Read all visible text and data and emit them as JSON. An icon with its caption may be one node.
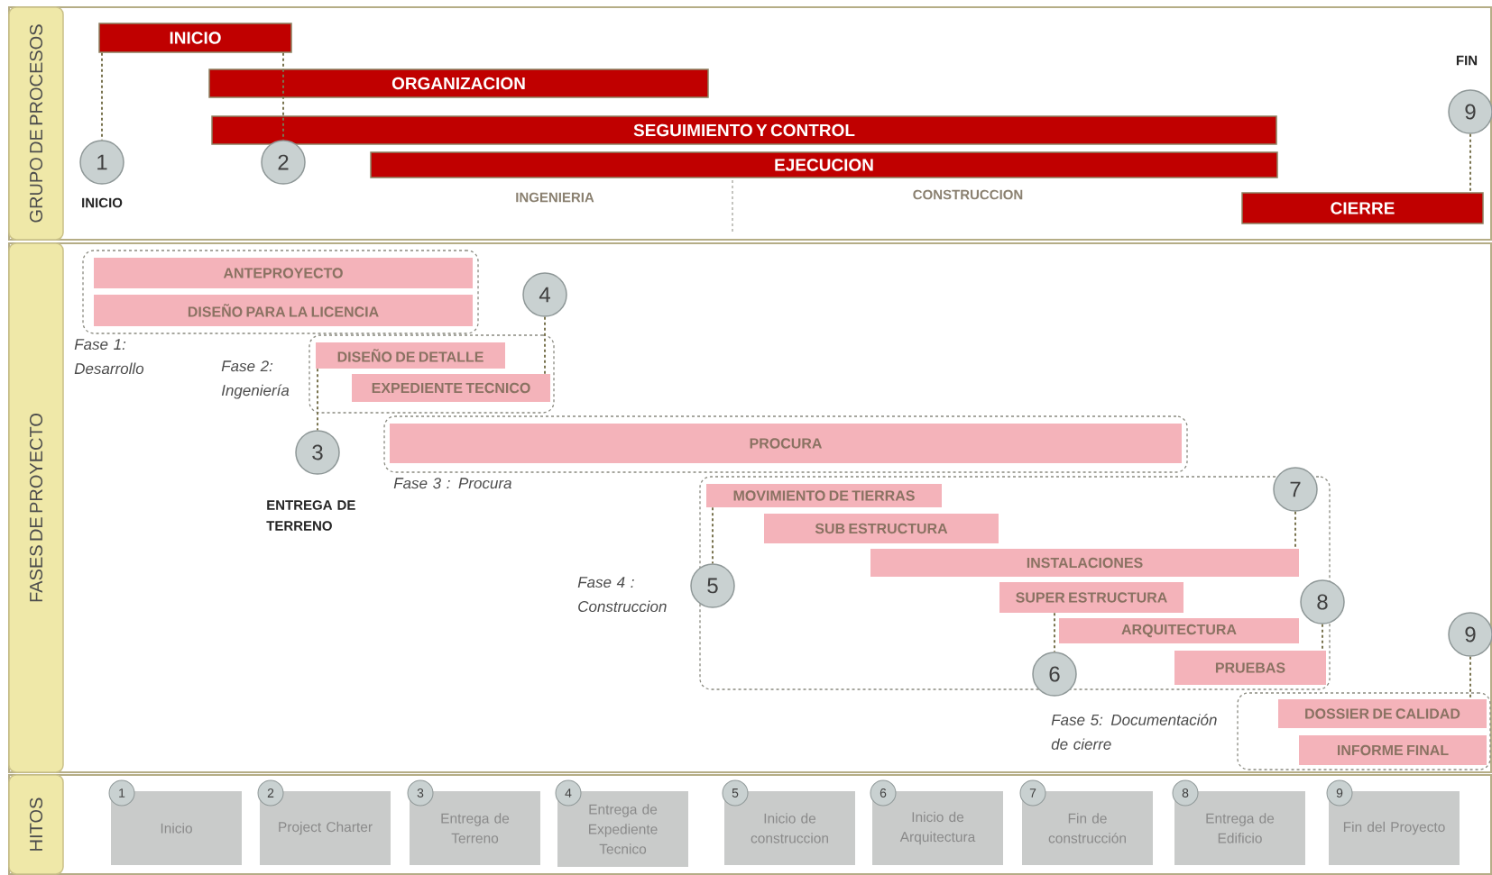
{
  "diagram": {
    "nodes": [
      {
        "text": [
          "GRUPO DE PROCESOS"
        ]
      },
      {
        "text": [
          "FASES DE PROYECTO"
        ]
      },
      {
        "text": [
          "HITOS"
        ]
      },
      {
        "text": [
          "INICIO"
        ]
      },
      {
        "text": [
          "ORGANIZACION"
        ]
      },
      {
        "text": [
          "SEGUIMIENTO Y CONTROL"
        ]
      },
      {
        "text": [
          "EJECUCION"
        ]
      },
      {
        "text": [
          "CIERRE"
        ]
      },
      {
        "text": [
          "1"
        ],
        "beside": [
          "INICIO"
        ]
      },
      {
        "text": [
          "2"
        ]
      },
      {
        "text": [
          "9"
        ],
        "beside": [
          "FIN"
        ]
      },
      {
        "text": [
          "Fase 1: Desarrollo"
        ]
      },
      {
        "text": [
          "ANTEPROYECTO"
        ],
        "in": 11
      },
      {
        "text": [
          "DISEÑO PARA LA LICENCIA"
        ],
        "in": 11
      },
      {
        "text": [
          "Fase 2: Ingeniería"
        ]
      },
      {
        "text": [
          "DISEÑO DE DETALLE"
        ],
        "in": 14
      },
      {
        "text": [
          "EXPEDIENTE TECNICO"
        ],
        "in": 14
      },
      {
        "text": [
          "Fase 3 : Procura"
        ]
      },
      {
        "text": [
          "PROCURA"
        ],
        "in": 17
      },
      {
        "text": [
          "Fase 4 : Construccion"
        ]
      },
      {
        "text": [
          "MOVIMIENTO DE TIERRAS"
        ],
        "in": 19
      },
      {
        "text": [
          "SUB ESTRUCTURA"
        ],
        "in": 19
      },
      {
        "text": [
          "INSTALACIONES"
        ],
        "in": 19
      },
      {
        "text": [
          "SUPER ESTRUCTURA"
        ],
        "in": 19
      },
      {
        "text": [
          "ARQUITECTURA"
        ],
        "in": 19
      },
      {
        "text": [
          "PRUEBAS"
        ],
        "in": 19
      },
      {
        "text": [
          "Fase 5: Documentación de cierre"
        ]
      },
      {
        "text": [
          "DOSSIER DE CALIDAD"
        ],
        "in": 26
      },
      {
        "text": [
          "INFORME FINAL"
        ],
        "in": 26
      },
      {
        "text": [
          "3"
        ],
        "beside": [
          "ENTREGA DE TERRENO"
        ]
      },
      {
        "text": [
          "4"
        ]
      },
      {
        "text": [
          "5"
        ]
      },
      {
        "text": [
          "6"
        ]
      },
      {
        "text": [
          "7"
        ]
      },
      {
        "text": [
          "8"
        ]
      },
      {
        "text": [
          "9"
        ]
      },
      {
        "text": [
          "1",
          "Inicio"
        ]
      },
      {
        "text": [
          "2",
          "Project Charter"
        ]
      },
      {
        "text": [
          "3",
          "Entrega de Terreno"
        ]
      },
      {
        "text": [
          "4",
          "Entrega de Expediente Tecnico"
        ]
      },
      {
        "text": [
          "5",
          "Inicio de construccion"
        ]
      },
      {
        "text": [
          "6",
          "Inicio de Arquitectura"
        ]
      },
      {
        "text": [
          "7",
          "Fin de construcción"
        ]
      },
      {
        "text": [
          "8",
          "Entrega de Edificio"
        ]
      },
      {
        "text": [
          "9",
          "Fin del Proyecto"
        ]
      }
    ],
    "edges": [
      {
        "from": 3,
        "to": 8,
        "arrow": "none",
        "style": "dashed"
      },
      {
        "from": 3,
        "to": 9,
        "arrow": "none",
        "style": "dashed"
      },
      {
        "from": 10,
        "to": 7,
        "arrow": "none",
        "style": "dashed"
      },
      {
        "from": 15,
        "to": 29,
        "arrow": "none",
        "style": "dashed"
      },
      {
        "from": 30,
        "to": 16,
        "arrow": "none",
        "style": "dashed"
      },
      {
        "from": 20,
        "to": 31,
        "arrow": "none",
        "style": "dashed"
      },
      {
        "from": 23,
        "to": 32,
        "arrow": "none",
        "style": "dashed"
      },
      {
        "from": 33,
        "to": 22,
        "arrow": "none",
        "style": "dashed"
      },
      {
        "from": 34,
        "to": 25,
        "arrow": "none",
        "style": "dashed"
      },
      {
        "from": 35,
        "to": 27,
        "arrow": "none",
        "style": "dashed"
      }
    ],
    "labels": [
      "INGENIERIA",
      "CONSTRUCCION"
    ]
  }
}
